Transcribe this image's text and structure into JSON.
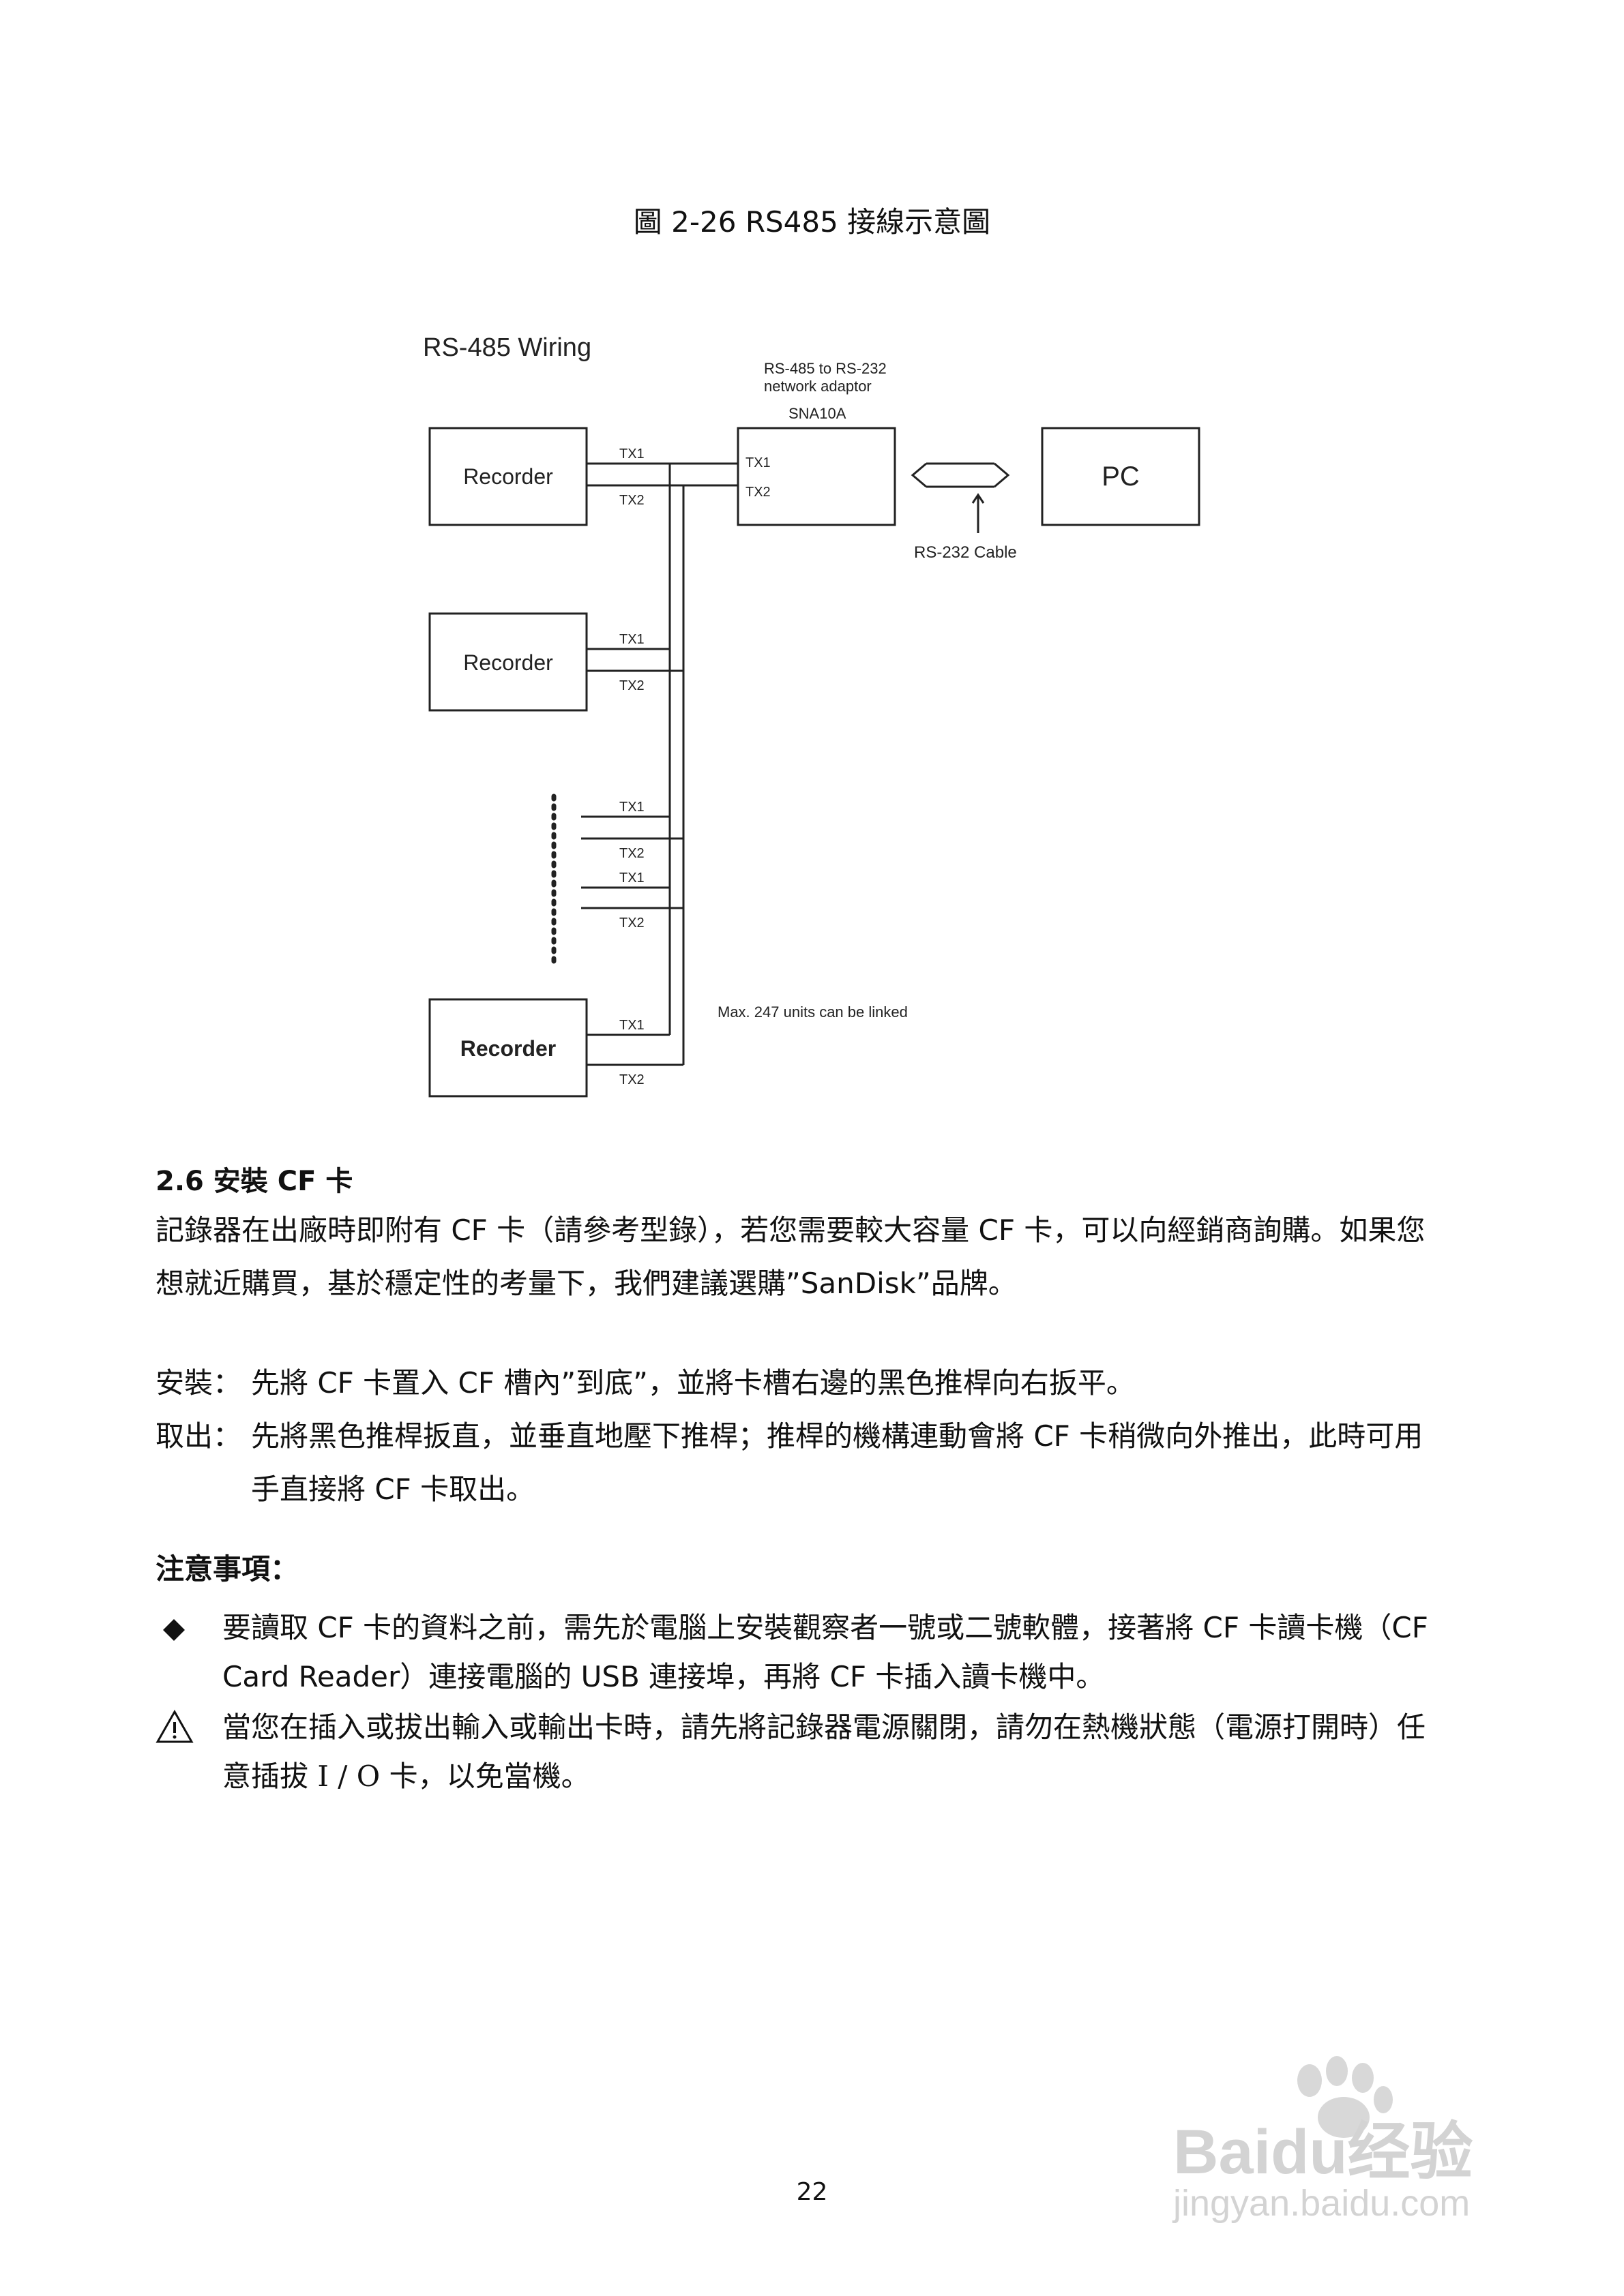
{
  "figure": {
    "caption": "圖 2-26 RS485 接線示意圖",
    "title": "RS-485 Wiring",
    "adaptor_line1": "RS-485 to RS-232",
    "adaptor_line2": "network adaptor",
    "adaptor_model": "SNA10A",
    "recorder_label": "Recorder",
    "pc_label": "PC",
    "cable_label": "RS-232 Cable",
    "tx1": "TX1",
    "tx2": "TX2",
    "max_note": "Max. 247 units can be linked"
  },
  "section": {
    "number_title": "2.6 安裝 CF 卡",
    "intro": "記錄器在出廠時即附有 CF 卡（請參考型錄），若您需要較大容量 CF 卡，可以向經銷商詢購。如果您想就近購買，基於穩定性的考量下，我們建議選購”SanDisk”品牌。",
    "install_label": "安裝：",
    "install_text": "先將 CF 卡置入 CF 槽內”到底”，並將卡槽右邊的黑色推桿向右扳平。",
    "remove_label": "取出：",
    "remove_text": "先將黑色推桿扳直，並垂直地壓下推桿；推桿的機構連動會將 CF 卡稍微向外推出，此時可用手直接將 CF 卡取出。"
  },
  "notes": {
    "title": "注意事項：",
    "item1": "要讀取 CF 卡的資料之前，需先於電腦上安裝觀察者一號或二號軟體，接著將 CF 卡讀卡機（CF Card Reader）連接電腦的 USB 連接埠，再將 CF 卡插入讀卡機中。",
    "item2": "當您在插入或拔出輸入或輸出卡時，請先將記錄器電源關閉，請勿在熱機狀態（電源打開時）任意插拔 I / O 卡，以免當機。"
  },
  "page_number": "22",
  "watermark": {
    "brand": "Baidu经验",
    "url": "jingyan.baidu.com"
  }
}
